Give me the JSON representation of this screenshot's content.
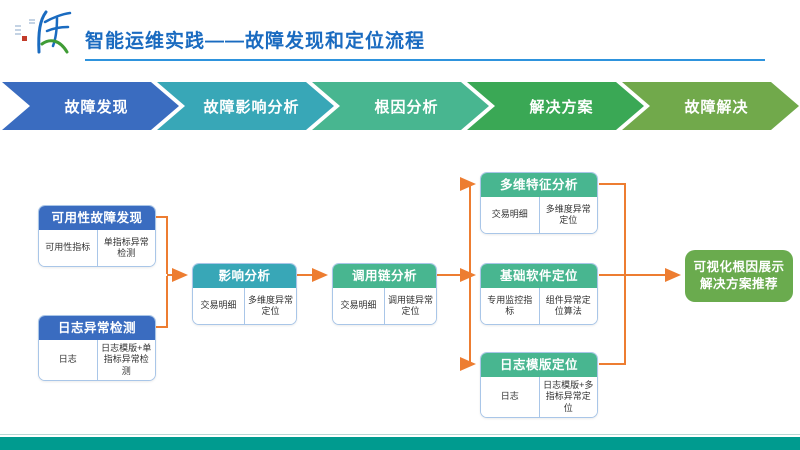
{
  "header": {
    "title": "智能运维实践——故障发现和定位流程",
    "title_color": "#1a6bc0",
    "underline_color": "#2e93dd"
  },
  "process_steps": [
    {
      "label": "故障发现",
      "color": "#3a6cc0"
    },
    {
      "label": "故障影响分析",
      "color": "#38a7b7"
    },
    {
      "label": "根因分析",
      "color": "#48b690"
    },
    {
      "label": "解决方案",
      "color": "#3aa855"
    },
    {
      "label": "故障解决",
      "color": "#71a94b"
    }
  ],
  "diagram": {
    "boxes": {
      "availability": {
        "title": "可用性故障发现",
        "cells": [
          "可用性指标",
          "单指标异常检测"
        ],
        "header_color": "#3a6cc0"
      },
      "log_anomaly": {
        "title": "日志异常检测",
        "cells": [
          "日志",
          "日志模版+单指标异常检测"
        ],
        "header_color": "#3a6cc0"
      },
      "impact": {
        "title": "影响分析",
        "cells": [
          "交易明细",
          "多维度异常定位"
        ],
        "header_color": "#38a7b7"
      },
      "trace": {
        "title": "调用链分析",
        "cells": [
          "交易明细",
          "调用链异常定位"
        ],
        "header_color": "#48b690"
      },
      "multidim": {
        "title": "多维特征分析",
        "cells": [
          "交易明细",
          "多维度异常定位"
        ],
        "header_color": "#48b690"
      },
      "base_software": {
        "title": "基础软件定位",
        "cells": [
          "专用监控指标",
          "组件异常定位算法"
        ],
        "header_color": "#48b690"
      },
      "log_template": {
        "title": "日志模版定位",
        "cells": [
          "日志",
          "日志模版+多指标异常定位"
        ],
        "header_color": "#48b690"
      },
      "result": {
        "line1": "可视化根因展示",
        "line2": "解决方案推荐",
        "color": "#6aab4e"
      }
    },
    "connector_color": "#ed7d31",
    "box_border_color": "#a9c6e8"
  },
  "footer": {
    "bar_color": "#009b8f"
  }
}
